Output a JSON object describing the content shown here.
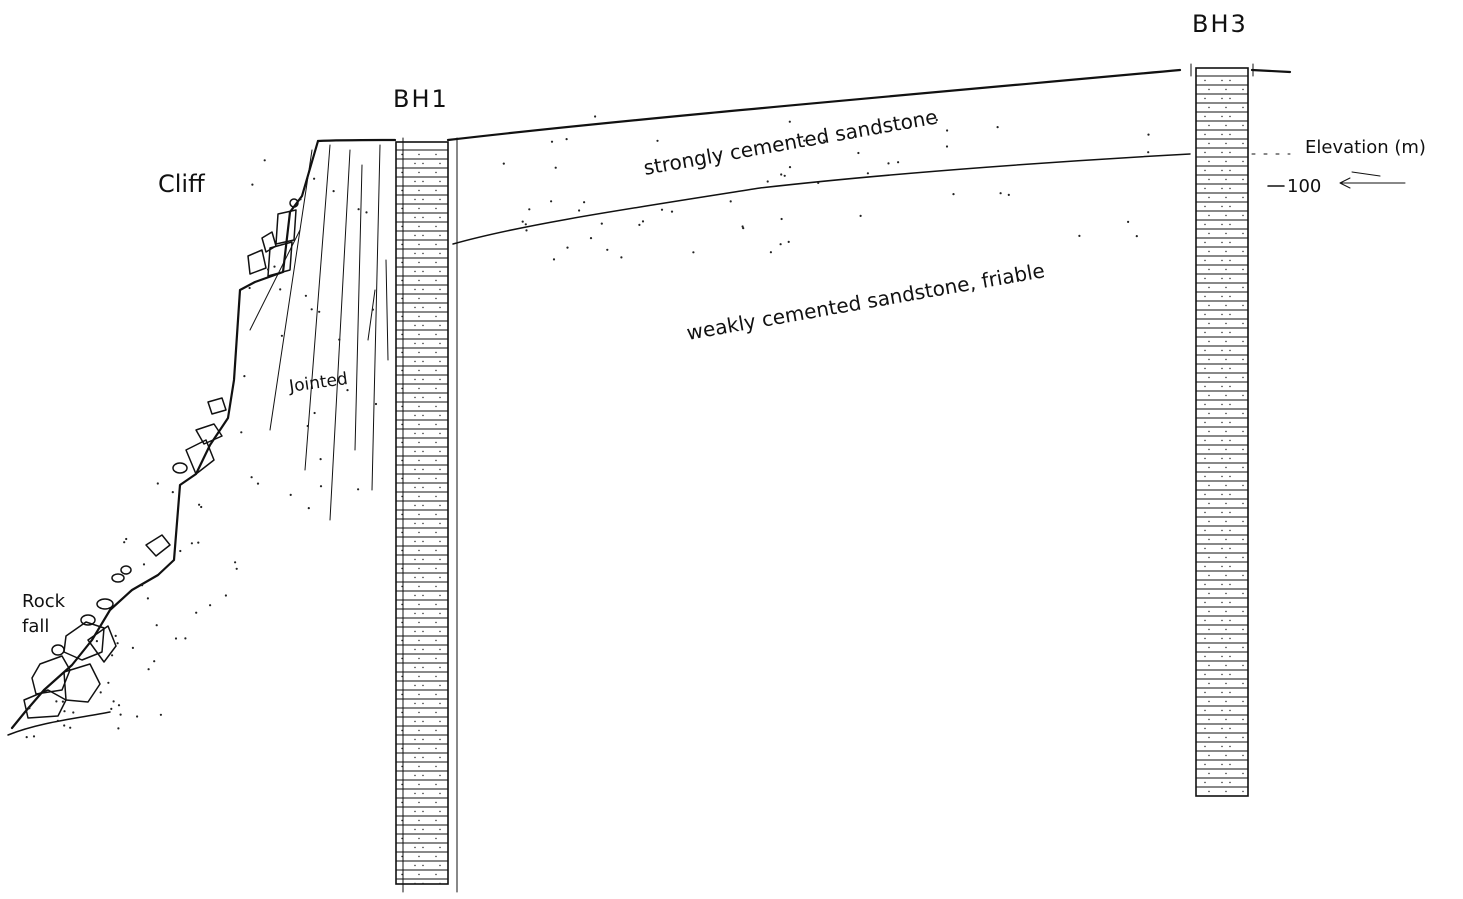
{
  "labels": {
    "cliff": "Cliff",
    "bh1": "BH1",
    "bh3": "BH3",
    "strong_layer": "strongly cemented sandstone",
    "weak_layer": "weakly cemented sandstone, friable",
    "jointed": "Jointed",
    "rockfall_1": "Rock",
    "rockfall_2": "fall",
    "elevation": "Elevation (m)",
    "elevation_value": "100"
  }
}
